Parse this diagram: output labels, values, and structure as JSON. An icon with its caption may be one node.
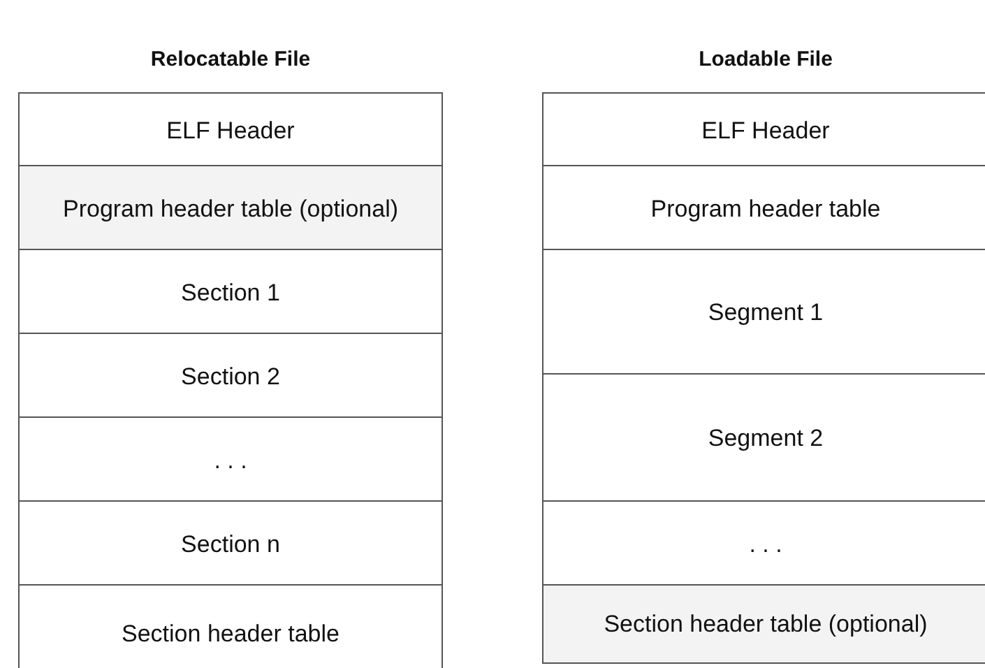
{
  "diagram": {
    "nodes": [
      {
        "text": [
          "Relocatable File"
        ]
      },
      {
        "text": [
          "ELF Header"
        ],
        "in": 0
      },
      {
        "text": [
          "Program header table (optional)"
        ],
        "in": 0
      },
      {
        "text": [
          "Section 1"
        ],
        "in": 0
      },
      {
        "text": [
          "Section 2"
        ],
        "in": 0
      },
      {
        "text": [
          ". . ."
        ],
        "in": 0
      },
      {
        "text": [
          "Section n"
        ],
        "in": 0
      },
      {
        "text": [
          "Section header table"
        ],
        "in": 0
      },
      {
        "text": [
          "Loadable File"
        ]
      },
      {
        "text": [
          "ELF Header"
        ],
        "in": 8
      },
      {
        "text": [
          "Program header table"
        ],
        "in": 8
      },
      {
        "text": [
          "Segment 1"
        ],
        "in": 8
      },
      {
        "text": [
          "Segment 2"
        ],
        "in": 8
      },
      {
        "text": [
          ". . ."
        ],
        "in": 8
      },
      {
        "text": [
          "Section header table (optional)"
        ],
        "in": 8
      }
    ]
  }
}
